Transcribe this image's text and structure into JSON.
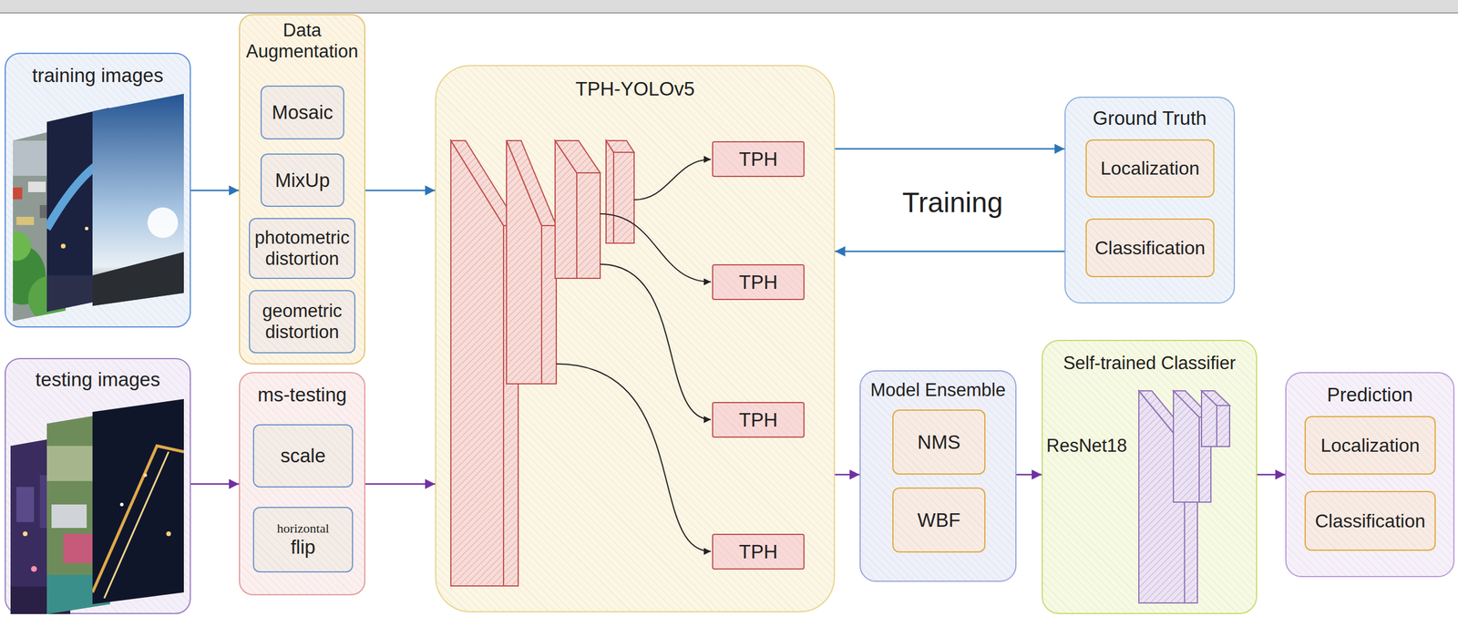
{
  "diagram": {
    "nodes": [
      {
        "text": [
          "training images"
        ]
      },
      {
        "text": [
          "Data Augmentation"
        ]
      },
      {
        "text": [
          "Mosaic"
        ],
        "in": 1
      },
      {
        "text": [
          "MixUp"
        ],
        "in": 1
      },
      {
        "text": [
          "photometric distortion"
        ],
        "in": 1
      },
      {
        "text": [
          "geometric distortion"
        ],
        "in": 1
      },
      {
        "text": [
          "testing images"
        ]
      },
      {
        "text": [
          "ms-testing"
        ]
      },
      {
        "text": [
          "scale"
        ],
        "in": 7
      },
      {
        "text": [
          "horizontal",
          "flip"
        ],
        "in": 7
      },
      {
        "text": [
          "TPH-YOLOv5"
        ]
      },
      {
        "text": [
          "TPH"
        ],
        "in": 10
      },
      {
        "text": [
          "TPH"
        ],
        "in": 10
      },
      {
        "text": [
          "TPH"
        ],
        "in": 10
      },
      {
        "text": [
          "TPH"
        ],
        "in": 10
      },
      {
        "text": [
          "Ground Truth"
        ]
      },
      {
        "text": [
          "Localization"
        ],
        "in": 15
      },
      {
        "text": [
          "Classification"
        ],
        "in": 15
      },
      {
        "text": [
          "Model Ensemble"
        ]
      },
      {
        "text": [
          "NMS"
        ],
        "in": 18
      },
      {
        "text": [
          "WBF"
        ],
        "in": 18
      },
      {
        "text": [
          "Self-trained Classifier",
          "ResNet18"
        ]
      },
      {
        "text": [
          "Prediction"
        ]
      },
      {
        "text": [
          "Localization"
        ],
        "in": 22
      },
      {
        "text": [
          "Classification"
        ],
        "in": 22
      }
    ],
    "edges": [
      {
        "from": 0,
        "to": 1,
        "arrow": "to"
      },
      {
        "from": 1,
        "to": 10,
        "arrow": "to"
      },
      {
        "from": 6,
        "to": 7,
        "arrow": "to"
      },
      {
        "from": 7,
        "to": 10,
        "arrow": "to"
      },
      {
        "from": 10,
        "to": 15,
        "arrow": "to"
      },
      {
        "from": 15,
        "to": 10,
        "arrow": "to"
      },
      {
        "from": 10,
        "to": 18,
        "arrow": "to"
      },
      {
        "from": 18,
        "to": 21,
        "arrow": "to"
      },
      {
        "from": 21,
        "to": 22,
        "arrow": "to"
      }
    ],
    "labels": [
      "Training"
    ]
  }
}
